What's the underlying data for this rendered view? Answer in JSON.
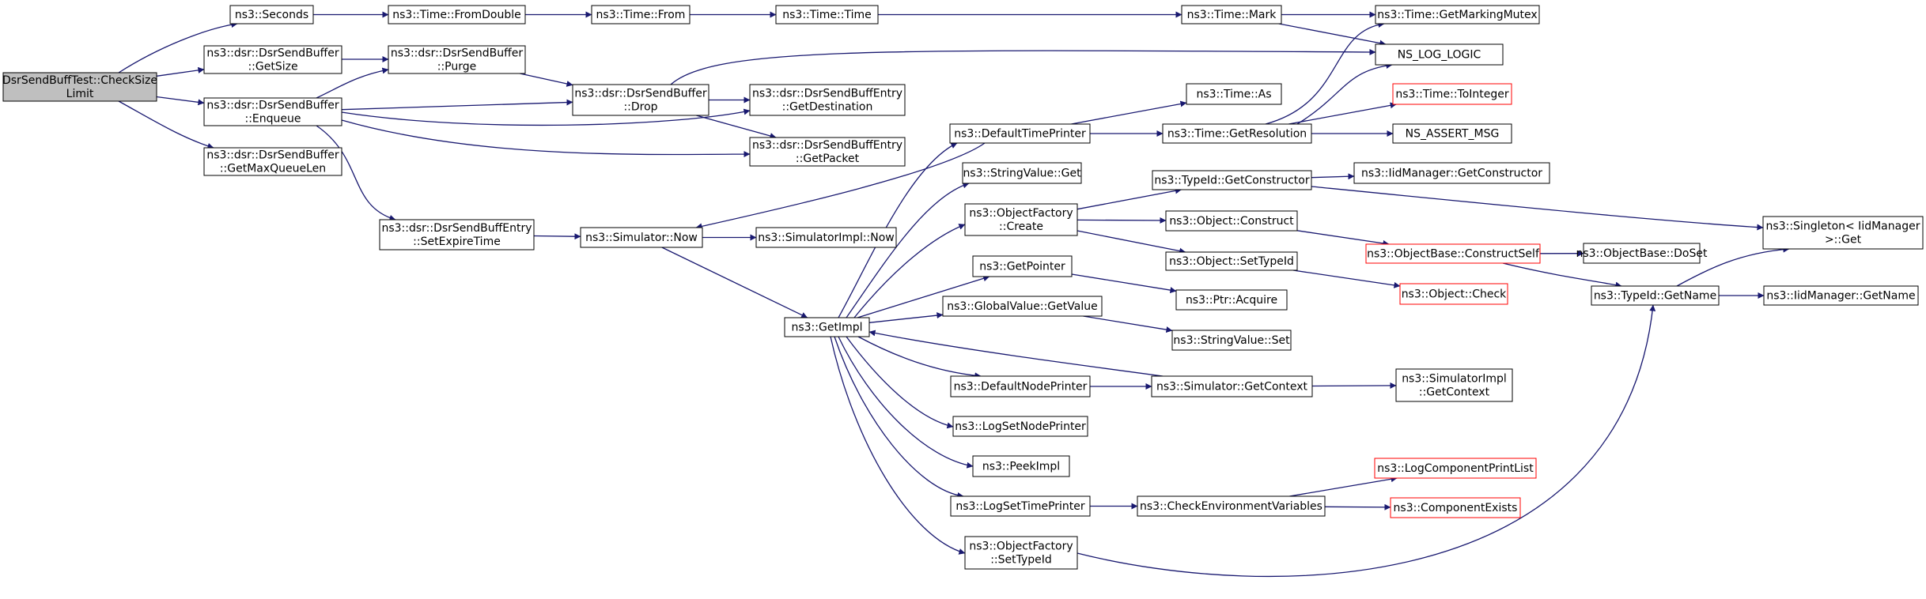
{
  "graph": {
    "colors": {
      "edge": "#191970",
      "node_border": "#000000",
      "node_fill": "#ffffff",
      "root_fill": "#bfbfbf",
      "incomplete_border": "#ff0000"
    },
    "nodes": [
      {
        "id": "root",
        "lines": [
          "DsrSendBuffTest::CheckSize",
          "Limit"
        ],
        "kind": "root"
      },
      {
        "id": "seconds",
        "lines": [
          "ns3::Seconds"
        ],
        "kind": "normal"
      },
      {
        "id": "fromdouble",
        "lines": [
          "ns3::Time::FromDouble"
        ],
        "kind": "normal"
      },
      {
        "id": "from",
        "lines": [
          "ns3::Time::From"
        ],
        "kind": "normal"
      },
      {
        "id": "timetime",
        "lines": [
          "ns3::Time::Time"
        ],
        "kind": "normal"
      },
      {
        "id": "mark",
        "lines": [
          "ns3::Time::Mark"
        ],
        "kind": "normal"
      },
      {
        "id": "mutex",
        "lines": [
          "ns3::Time::GetMarkingMutex"
        ],
        "kind": "normal"
      },
      {
        "id": "loglogic",
        "lines": [
          "NS_LOG_LOGIC"
        ],
        "kind": "normal"
      },
      {
        "id": "getsize",
        "lines": [
          "ns3::dsr::DsrSendBuffer",
          "::GetSize"
        ],
        "kind": "normal"
      },
      {
        "id": "purge",
        "lines": [
          "ns3::dsr::DsrSendBuffer",
          "::Purge"
        ],
        "kind": "normal"
      },
      {
        "id": "enqueue",
        "lines": [
          "ns3::dsr::DsrSendBuffer",
          "::Enqueue"
        ],
        "kind": "normal"
      },
      {
        "id": "maxqueue",
        "lines": [
          "ns3::dsr::DsrSendBuffer",
          "::GetMaxQueueLen"
        ],
        "kind": "normal"
      },
      {
        "id": "drop",
        "lines": [
          "ns3::dsr::DsrSendBuffer",
          "::Drop"
        ],
        "kind": "normal"
      },
      {
        "id": "getdest",
        "lines": [
          "ns3::dsr::DsrSendBuffEntry",
          "::GetDestination"
        ],
        "kind": "normal"
      },
      {
        "id": "getpacket",
        "lines": [
          "ns3::dsr::DsrSendBuffEntry",
          "::GetPacket"
        ],
        "kind": "normal"
      },
      {
        "id": "setexpire",
        "lines": [
          "ns3::dsr::DsrSendBuffEntry",
          "::SetExpireTime"
        ],
        "kind": "normal"
      },
      {
        "id": "simnow",
        "lines": [
          "ns3::Simulator::Now"
        ],
        "kind": "normal"
      },
      {
        "id": "simimplnow",
        "lines": [
          "ns3::SimulatorImpl::Now"
        ],
        "kind": "normal"
      },
      {
        "id": "getimpl",
        "lines": [
          "ns3::GetImpl"
        ],
        "kind": "normal"
      },
      {
        "id": "deftimeprinter",
        "lines": [
          "ns3::DefaultTimePrinter"
        ],
        "kind": "normal"
      },
      {
        "id": "timeas",
        "lines": [
          "ns3::Time::As"
        ],
        "kind": "normal"
      },
      {
        "id": "getres",
        "lines": [
          "ns3::Time::GetResolution"
        ],
        "kind": "normal"
      },
      {
        "id": "tointeger",
        "lines": [
          "ns3::Time::ToInteger"
        ],
        "kind": "incomplete"
      },
      {
        "id": "assertmsg",
        "lines": [
          "NS_ASSERT_MSG"
        ],
        "kind": "normal"
      },
      {
        "id": "strvalget",
        "lines": [
          "ns3::StringValue::Get"
        ],
        "kind": "normal"
      },
      {
        "id": "objfactcreate",
        "lines": [
          "ns3::ObjectFactory",
          "::Create"
        ],
        "kind": "normal"
      },
      {
        "id": "typeidgetctor",
        "lines": [
          "ns3::TypeId::GetConstructor"
        ],
        "kind": "normal"
      },
      {
        "id": "iidmgrgetctor",
        "lines": [
          "ns3::IidManager::GetConstructor"
        ],
        "kind": "normal"
      },
      {
        "id": "singleton",
        "lines": [
          "ns3::Singleton< IidManager",
          " >::Get"
        ],
        "kind": "normal"
      },
      {
        "id": "objconstruct",
        "lines": [
          "ns3::Object::Construct"
        ],
        "kind": "normal"
      },
      {
        "id": "objbaseconstructself",
        "lines": [
          "ns3::ObjectBase::ConstructSelf"
        ],
        "kind": "incomplete"
      },
      {
        "id": "objbasedoset",
        "lines": [
          "ns3::ObjectBase::DoSet"
        ],
        "kind": "normal"
      },
      {
        "id": "objsettypeid",
        "lines": [
          "ns3::Object::SetTypeId"
        ],
        "kind": "normal"
      },
      {
        "id": "objcheck",
        "lines": [
          "ns3::Object::Check"
        ],
        "kind": "incomplete"
      },
      {
        "id": "typeidgetname",
        "lines": [
          "ns3::TypeId::GetName"
        ],
        "kind": "normal"
      },
      {
        "id": "iidmgrgetname",
        "lines": [
          "ns3::IidManager::GetName"
        ],
        "kind": "normal"
      },
      {
        "id": "getpointer",
        "lines": [
          "ns3::GetPointer"
        ],
        "kind": "normal"
      },
      {
        "id": "ptracquire",
        "lines": [
          "ns3::Ptr::Acquire"
        ],
        "kind": "normal"
      },
      {
        "id": "gvgetvalue",
        "lines": [
          "ns3::GlobalValue::GetValue"
        ],
        "kind": "normal"
      },
      {
        "id": "strvalset",
        "lines": [
          "ns3::StringValue::Set"
        ],
        "kind": "normal"
      },
      {
        "id": "defnodeprinter",
        "lines": [
          "ns3::DefaultNodePrinter"
        ],
        "kind": "normal"
      },
      {
        "id": "simgetcontext",
        "lines": [
          "ns3::Simulator::GetContext"
        ],
        "kind": "normal"
      },
      {
        "id": "simimplgetcontext",
        "lines": [
          "ns3::SimulatorImpl",
          "::GetContext"
        ],
        "kind": "normal"
      },
      {
        "id": "logsetnodeprinter",
        "lines": [
          "ns3::LogSetNodePrinter"
        ],
        "kind": "normal"
      },
      {
        "id": "peekimpl",
        "lines": [
          "ns3::PeekImpl"
        ],
        "kind": "normal"
      },
      {
        "id": "logsettimeprinter",
        "lines": [
          "ns3::LogSetTimePrinter"
        ],
        "kind": "normal"
      },
      {
        "id": "checkenv",
        "lines": [
          "ns3::CheckEnvironmentVariables"
        ],
        "kind": "normal"
      },
      {
        "id": "logcompprintlist",
        "lines": [
          "ns3::LogComponentPrintList"
        ],
        "kind": "incomplete"
      },
      {
        "id": "compexists",
        "lines": [
          "ns3::ComponentExists"
        ],
        "kind": "incomplete"
      },
      {
        "id": "objfactsettypeid",
        "lines": [
          "ns3::ObjectFactory",
          "::SetTypeId"
        ],
        "kind": "normal"
      }
    ],
    "edges": [
      [
        "root",
        "seconds"
      ],
      [
        "root",
        "getsize"
      ],
      [
        "root",
        "enqueue"
      ],
      [
        "root",
        "maxqueue"
      ],
      [
        "seconds",
        "fromdouble"
      ],
      [
        "fromdouble",
        "from"
      ],
      [
        "from",
        "timetime"
      ],
      [
        "timetime",
        "mark"
      ],
      [
        "mark",
        "mutex"
      ],
      [
        "mark",
        "loglogic"
      ],
      [
        "getsize",
        "purge"
      ],
      [
        "purge",
        "drop"
      ],
      [
        "enqueue",
        "purge"
      ],
      [
        "enqueue",
        "drop"
      ],
      [
        "enqueue",
        "getdest"
      ],
      [
        "enqueue",
        "getpacket"
      ],
      [
        "enqueue",
        "setexpire"
      ],
      [
        "drop",
        "loglogic"
      ],
      [
        "drop",
        "getdest"
      ],
      [
        "drop",
        "getpacket"
      ],
      [
        "setexpire",
        "simnow"
      ],
      [
        "simnow",
        "simimplnow"
      ],
      [
        "simnow",
        "getimpl"
      ],
      [
        "getimpl",
        "deftimeprinter"
      ],
      [
        "getimpl",
        "strvalget"
      ],
      [
        "getimpl",
        "objfactcreate"
      ],
      [
        "getimpl",
        "getpointer"
      ],
      [
        "getimpl",
        "gvgetvalue"
      ],
      [
        "getimpl",
        "defnodeprinter"
      ],
      [
        "getimpl",
        "logsetnodeprinter"
      ],
      [
        "getimpl",
        "peekimpl"
      ],
      [
        "getimpl",
        "logsettimeprinter"
      ],
      [
        "getimpl",
        "objfactsettypeid"
      ],
      [
        "deftimeprinter",
        "simnow"
      ],
      [
        "deftimeprinter",
        "timeas"
      ],
      [
        "deftimeprinter",
        "getres"
      ],
      [
        "getres",
        "mutex"
      ],
      [
        "getres",
        "loglogic"
      ],
      [
        "getres",
        "tointeger"
      ],
      [
        "getres",
        "assertmsg"
      ],
      [
        "objfactcreate",
        "typeidgetctor"
      ],
      [
        "objfactcreate",
        "objconstruct"
      ],
      [
        "objfactcreate",
        "objsettypeid"
      ],
      [
        "typeidgetctor",
        "iidmgrgetctor"
      ],
      [
        "typeidgetctor",
        "singleton"
      ],
      [
        "objconstruct",
        "objbaseconstructself"
      ],
      [
        "objbaseconstructself",
        "objbasedoset"
      ],
      [
        "objbaseconstructself",
        "typeidgetname"
      ],
      [
        "objsettypeid",
        "objcheck"
      ],
      [
        "typeidgetname",
        "singleton"
      ],
      [
        "typeidgetname",
        "iidmgrgetname"
      ],
      [
        "getpointer",
        "ptracquire"
      ],
      [
        "gvgetvalue",
        "strvalset"
      ],
      [
        "defnodeprinter",
        "simgetcontext"
      ],
      [
        "simgetcontext",
        "getimpl"
      ],
      [
        "simgetcontext",
        "simimplgetcontext"
      ],
      [
        "logsettimeprinter",
        "checkenv"
      ],
      [
        "checkenv",
        "logcompprintlist"
      ],
      [
        "checkenv",
        "compexists"
      ],
      [
        "objfactsettypeid",
        "typeidgetname"
      ]
    ]
  }
}
